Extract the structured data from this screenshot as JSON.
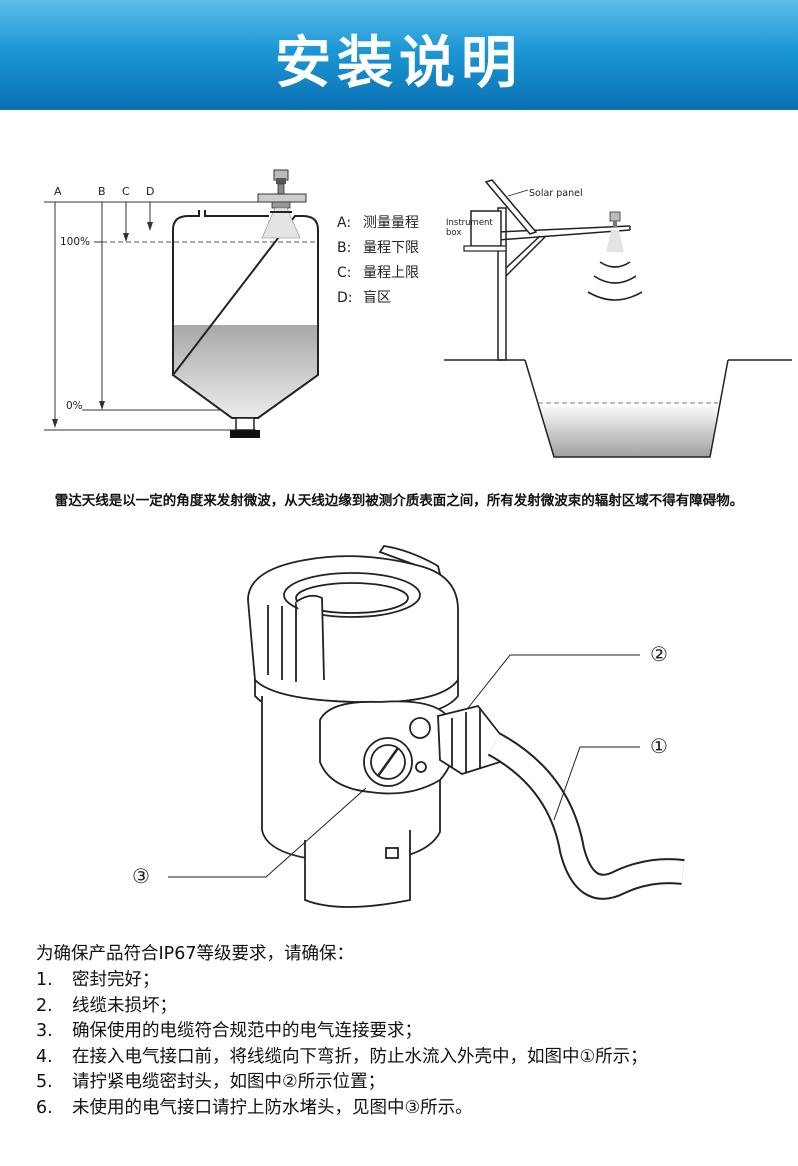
{
  "banner": {
    "title": "安装说明"
  },
  "tank_diagram": {
    "markers": [
      "A",
      "B",
      "C",
      "D"
    ],
    "level_100": "100%",
    "level_0": "0%",
    "legend": [
      {
        "key": "A:",
        "text": "测量量程"
      },
      {
        "key": "B:",
        "text": "量程下限"
      },
      {
        "key": "C:",
        "text": "量程上限"
      },
      {
        "key": "D:",
        "text": "盲区"
      }
    ]
  },
  "outdoor_diagram": {
    "solar_label": "Solar panel",
    "box_label_1": "Instrument",
    "box_label_2": "box"
  },
  "caption": "雷达天线是以一定的角度来发射微波，从天线边缘到被测介质表面之间，所有发射微波束的辐射区域不得有障碍物。",
  "device_callouts": {
    "one": "①",
    "two": "②",
    "three": "③"
  },
  "requirements": {
    "title": "为确保产品符合IP67等级要求，请确保：",
    "items": [
      {
        "num": "1.",
        "text": "密封完好；"
      },
      {
        "num": "2.",
        "text": "线缆未损坏；"
      },
      {
        "num": "3.",
        "text": "确保使用的电缆符合规范中的电气连接要求；"
      },
      {
        "num": "4.",
        "text": "在接入电气接口前，将线缆向下弯折，防止水流入外壳中，如图中①所示；"
      },
      {
        "num": "5.",
        "text": "请拧紧电缆密封头，如图中②所示位置；"
      },
      {
        "num": "6.",
        "text": "未使用的电气接口请拧上防水堵头，见图中③所示。"
      }
    ]
  }
}
